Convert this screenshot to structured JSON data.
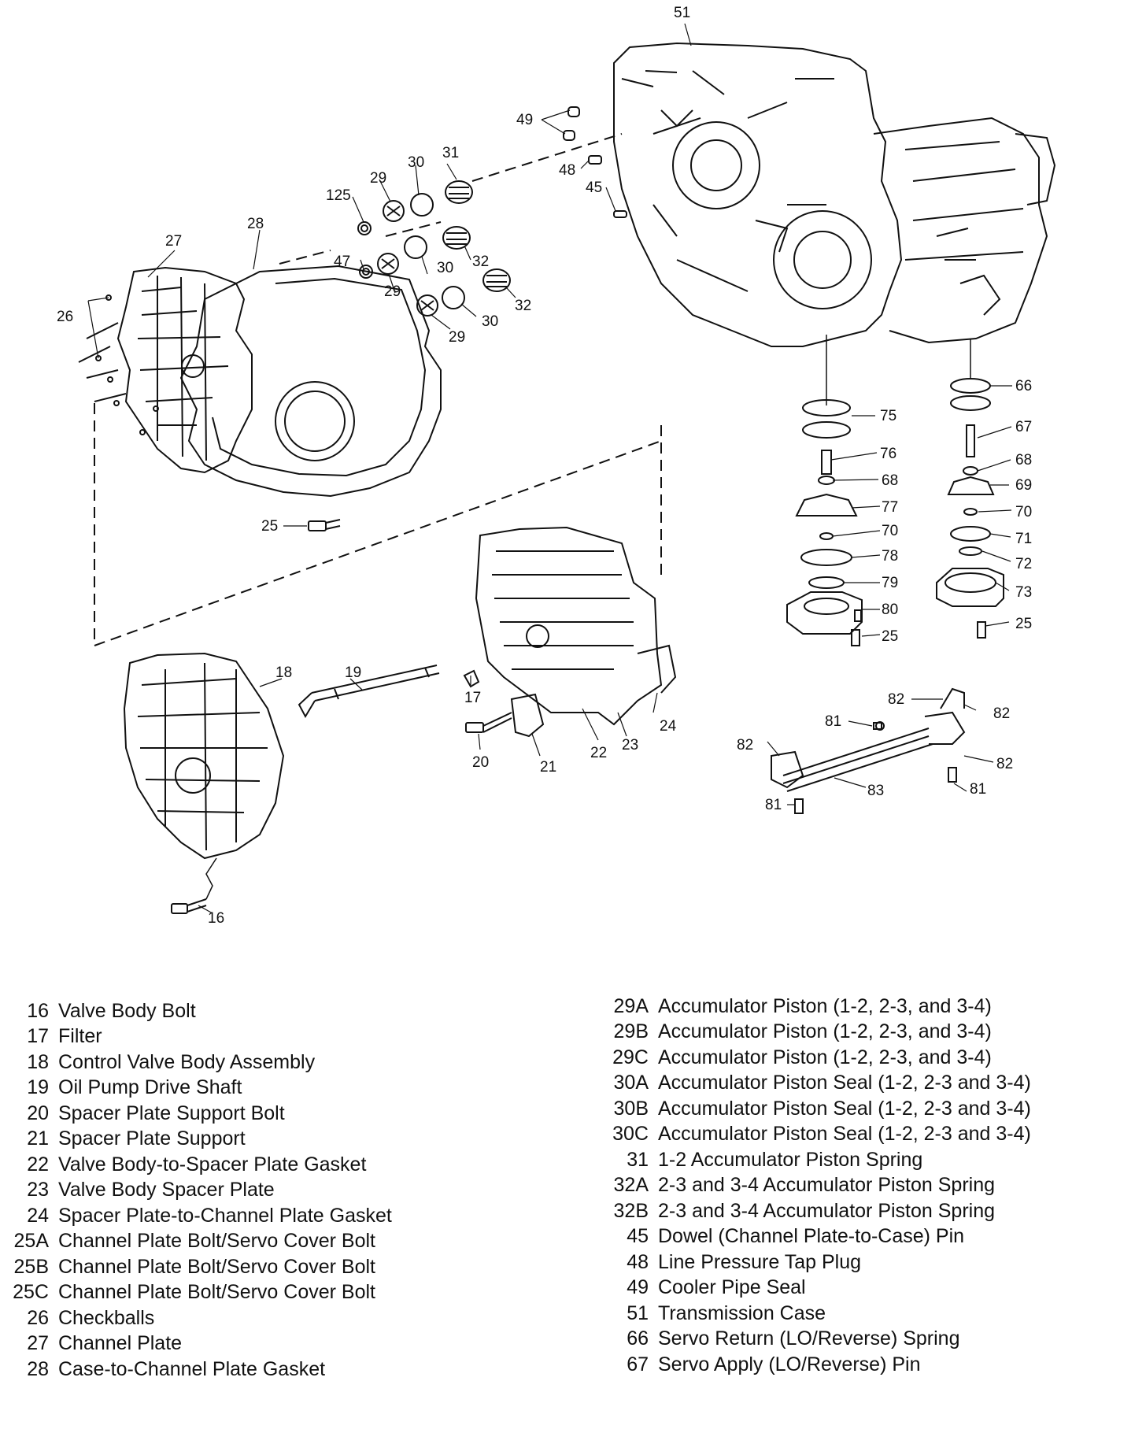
{
  "callouts": [
    {
      "id": "c51",
      "text": "51"
    },
    {
      "id": "c49",
      "text": "49"
    },
    {
      "id": "c48",
      "text": "48"
    },
    {
      "id": "c45",
      "text": "45"
    },
    {
      "id": "c31",
      "text": "31"
    },
    {
      "id": "c30a",
      "text": "30"
    },
    {
      "id": "c29a",
      "text": "29"
    },
    {
      "id": "c125",
      "text": "125"
    },
    {
      "id": "c28",
      "text": "28"
    },
    {
      "id": "c27",
      "text": "27"
    },
    {
      "id": "c26",
      "text": "26"
    },
    {
      "id": "c47",
      "text": "47"
    },
    {
      "id": "c32a",
      "text": "32"
    },
    {
      "id": "c30b",
      "text": "30"
    },
    {
      "id": "c29b",
      "text": "29"
    },
    {
      "id": "c32b",
      "text": "32"
    },
    {
      "id": "c30c",
      "text": "30"
    },
    {
      "id": "c29c",
      "text": "29"
    },
    {
      "id": "c25a",
      "text": "25"
    },
    {
      "id": "c75",
      "text": "75"
    },
    {
      "id": "c76",
      "text": "76"
    },
    {
      "id": "c68a",
      "text": "68"
    },
    {
      "id": "c77",
      "text": "77"
    },
    {
      "id": "c70a",
      "text": "70"
    },
    {
      "id": "c78",
      "text": "78"
    },
    {
      "id": "c79",
      "text": "79"
    },
    {
      "id": "c80",
      "text": "80"
    },
    {
      "id": "c25b",
      "text": "25"
    },
    {
      "id": "c66",
      "text": "66"
    },
    {
      "id": "c67",
      "text": "67"
    },
    {
      "id": "c68b",
      "text": "68"
    },
    {
      "id": "c69",
      "text": "69"
    },
    {
      "id": "c70b",
      "text": "70"
    },
    {
      "id": "c71",
      "text": "71"
    },
    {
      "id": "c72",
      "text": "72"
    },
    {
      "id": "c73",
      "text": "73"
    },
    {
      "id": "c25c",
      "text": "25"
    },
    {
      "id": "c18",
      "text": "18"
    },
    {
      "id": "c19",
      "text": "19"
    },
    {
      "id": "c17",
      "text": "17"
    },
    {
      "id": "c20",
      "text": "20"
    },
    {
      "id": "c21",
      "text": "21"
    },
    {
      "id": "c22",
      "text": "22"
    },
    {
      "id": "c23",
      "text": "23"
    },
    {
      "id": "c24",
      "text": "24"
    },
    {
      "id": "c16",
      "text": "16"
    },
    {
      "id": "c82a",
      "text": "82"
    },
    {
      "id": "c82b",
      "text": "82"
    },
    {
      "id": "c81a",
      "text": "81"
    },
    {
      "id": "c82c",
      "text": "82"
    },
    {
      "id": "c82d",
      "text": "82"
    },
    {
      "id": "c83",
      "text": "83"
    },
    {
      "id": "c81b",
      "text": "81"
    },
    {
      "id": "c81c",
      "text": "81"
    }
  ],
  "legend_left": [
    {
      "num": "16",
      "name": "Valve Body Bolt"
    },
    {
      "num": "17",
      "name": "Filter"
    },
    {
      "num": "18",
      "name": "Control Valve Body Assembly"
    },
    {
      "num": "19",
      "name": "Oil Pump Drive Shaft"
    },
    {
      "num": "20",
      "name": "Spacer Plate Support Bolt"
    },
    {
      "num": "21",
      "name": "Spacer Plate Support"
    },
    {
      "num": "22",
      "name": "Valve Body-to-Spacer Plate Gasket"
    },
    {
      "num": "23",
      "name": "Valve Body Spacer Plate"
    },
    {
      "num": "24",
      "name": "Spacer Plate-to-Channel Plate Gasket"
    },
    {
      "num": "25A",
      "name": "Channel Plate Bolt/Servo Cover Bolt"
    },
    {
      "num": "25B",
      "name": "Channel Plate Bolt/Servo Cover Bolt"
    },
    {
      "num": "25C",
      "name": "Channel Plate Bolt/Servo Cover Bolt"
    },
    {
      "num": "26",
      "name": "Checkballs"
    },
    {
      "num": "27",
      "name": "Channel Plate"
    },
    {
      "num": "28",
      "name": "Case-to-Channel Plate Gasket"
    }
  ],
  "legend_right": [
    {
      "num": "29A",
      "name": "Accumulator Piston (1-2, 2-3, and 3-4)"
    },
    {
      "num": "29B",
      "name": "Accumulator Piston (1-2, 2-3, and 3-4)"
    },
    {
      "num": "29C",
      "name": "Accumulator Piston (1-2, 2-3, and 3-4)"
    },
    {
      "num": "30A",
      "name": "Accumulator Piston Seal (1-2, 2-3 and 3-4)"
    },
    {
      "num": "30B",
      "name": "Accumulator Piston Seal (1-2, 2-3 and 3-4)"
    },
    {
      "num": "30C",
      "name": "Accumulator Piston Seal (1-2, 2-3 and 3-4)"
    },
    {
      "num": "31",
      "name": "1-2 Accumulator Piston Spring"
    },
    {
      "num": "32A",
      "name": "2-3 and 3-4 Accumulator Piston Spring"
    },
    {
      "num": "32B",
      "name": "2-3 and 3-4 Accumulator Piston Spring"
    },
    {
      "num": "45",
      "name": "Dowel (Channel Plate-to-Case) Pin"
    },
    {
      "num": "48",
      "name": "Line Pressure Tap Plug"
    },
    {
      "num": "49",
      "name": "Cooler Pipe Seal"
    },
    {
      "num": "51",
      "name": "Transmission Case"
    },
    {
      "num": "66",
      "name": "Servo Return (LO/Reverse) Spring"
    },
    {
      "num": "67",
      "name": "Servo Apply (LO/Reverse) Pin"
    }
  ]
}
